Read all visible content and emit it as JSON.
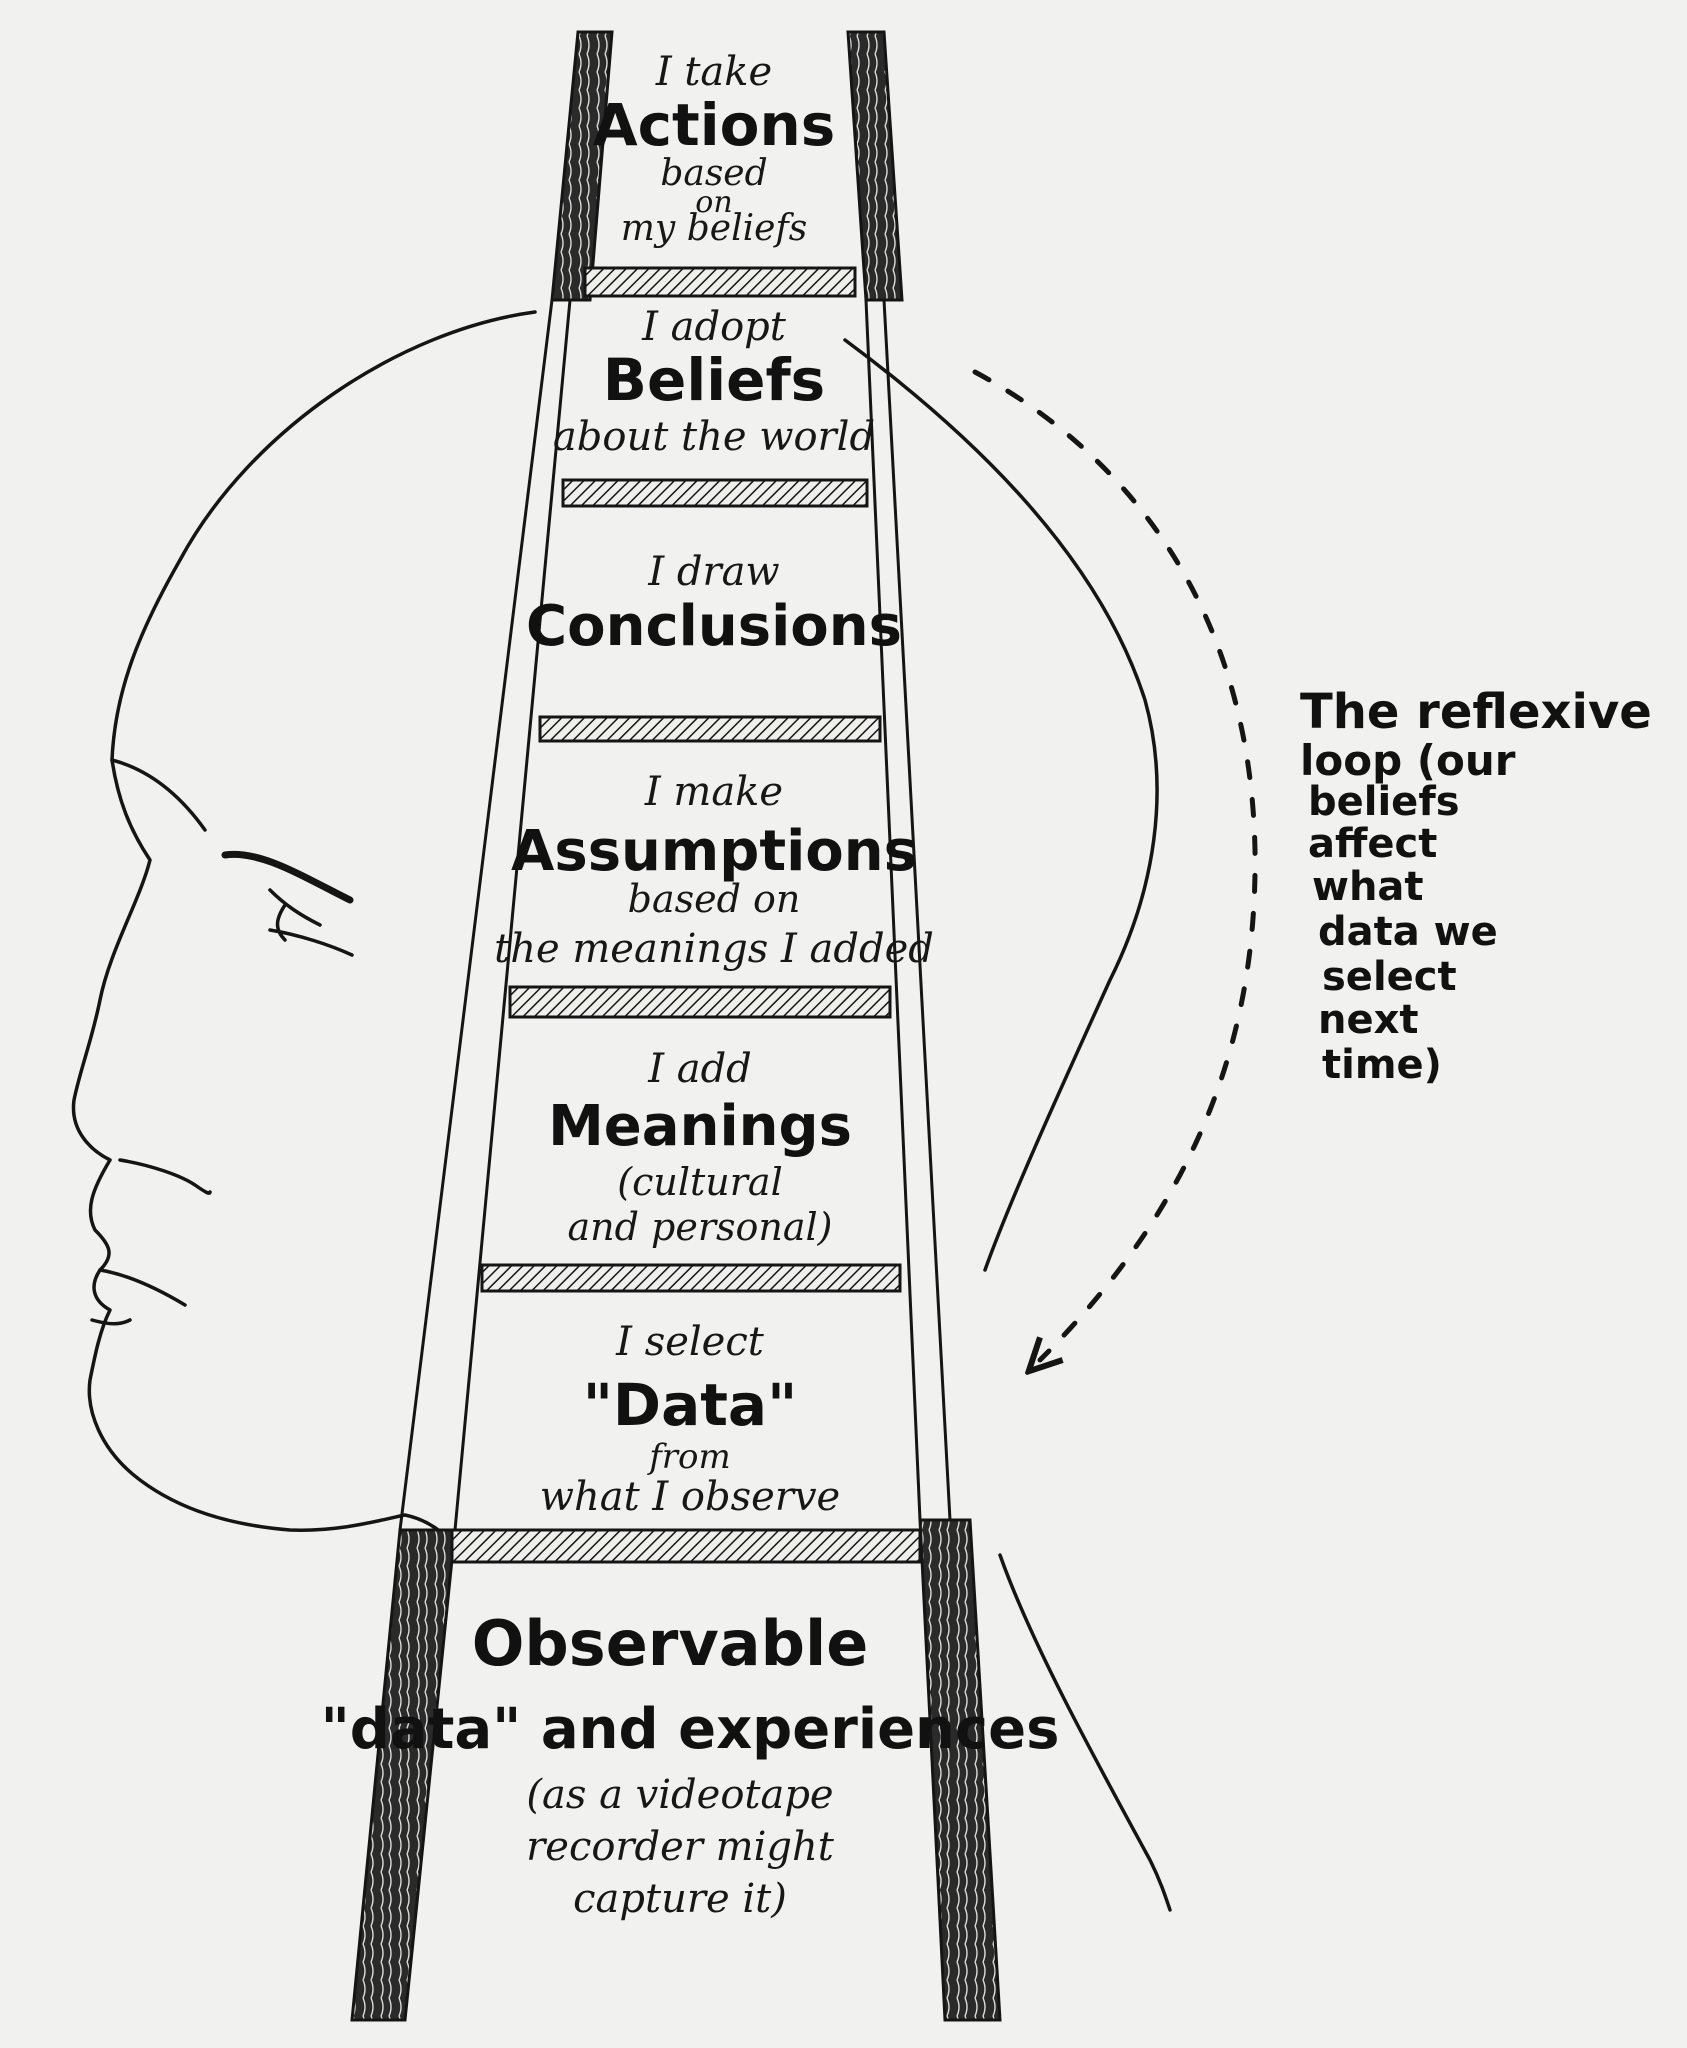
{
  "colors": {
    "ink": "#151515",
    "paper": "#f1f1ef"
  },
  "rungs": {
    "actions": {
      "line1": "I take",
      "title": "Actions",
      "line2": "based",
      "line3": "on",
      "line4": "my beliefs"
    },
    "beliefs": {
      "line1": "I adopt",
      "title": "Beliefs",
      "line2": "about the world"
    },
    "conclusions": {
      "line1": "I draw",
      "title": "Conclusions"
    },
    "assumptions": {
      "line1": "I make",
      "title": "Assumptions",
      "line2": "based on",
      "line3": "the meanings I added"
    },
    "meanings": {
      "line1": "I add",
      "title": "Meanings",
      "line2": "(cultural",
      "line3": "and personal)"
    },
    "data": {
      "line1": "I select",
      "title": "\"Data\"",
      "line2": "from",
      "line3": "what I observe"
    },
    "observable": {
      "title": "Observable",
      "line1": "\"data\" and experiences",
      "line2": "(as a videotape",
      "line3": "recorder might",
      "line4": "capture it)"
    }
  },
  "loop_note": {
    "lines": [
      "The reflexive",
      "loop (our",
      "beliefs",
      "affect",
      "what",
      "data we",
      "select",
      "next",
      "time)"
    ]
  },
  "icons": {
    "head": "head-profile-icon",
    "ladder": "ladder-icon",
    "arrow": "curved-arrow-icon"
  }
}
